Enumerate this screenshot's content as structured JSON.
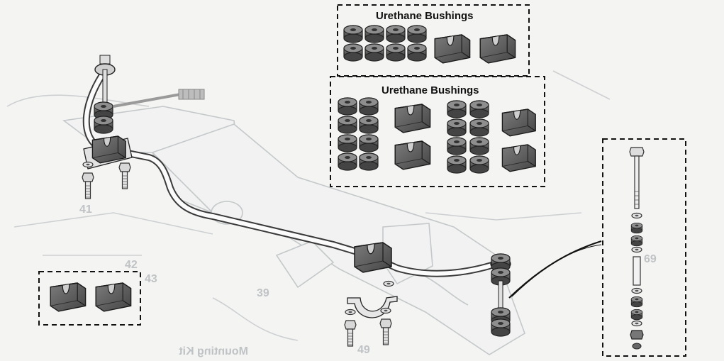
{
  "boxes": {
    "top_title": "Urethane Bushings",
    "middle_title": "Urethane Bushings"
  },
  "background_text": {
    "n41": "41",
    "n42": "42",
    "n43": "43",
    "n39": "39",
    "n49": "49",
    "n69": "69",
    "bottom": "Mounting Kit"
  }
}
